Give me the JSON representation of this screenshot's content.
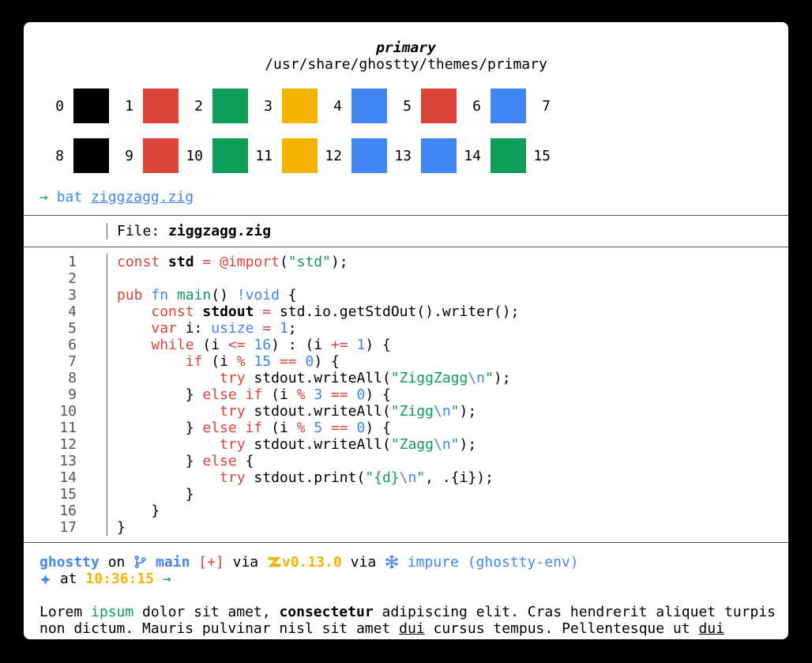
{
  "header": {
    "title": "primary",
    "path": "/usr/share/ghostty/themes/primary"
  },
  "colors": {
    "foreground": "#000000",
    "background": "#ffffff",
    "red": "#db4437",
    "green": "#0f9d58",
    "yellow": "#f4b400",
    "blue": "#4285f4",
    "black": "#000000",
    "white": "#ffffff"
  },
  "palette": {
    "rows": [
      [
        {
          "index": "0",
          "color": "#000000"
        },
        {
          "index": "1",
          "color": "#db4437"
        },
        {
          "index": "2",
          "color": "#0f9d58"
        },
        {
          "index": "3",
          "color": "#f4b400"
        },
        {
          "index": "4",
          "color": "#4285f4"
        },
        {
          "index": "5",
          "color": "#db4437"
        },
        {
          "index": "6",
          "color": "#4285f4"
        },
        {
          "index": "7",
          "color": "#ffffff"
        }
      ],
      [
        {
          "index": "8",
          "color": "#000000"
        },
        {
          "index": "9",
          "color": "#db4437"
        },
        {
          "index": "10",
          "color": "#0f9d58"
        },
        {
          "index": "11",
          "color": "#f4b400"
        },
        {
          "index": "12",
          "color": "#4285f4"
        },
        {
          "index": "13",
          "color": "#4285f4"
        },
        {
          "index": "14",
          "color": "#0f9d58"
        },
        {
          "index": "15",
          "color": "#ffffff"
        }
      ]
    ]
  },
  "command": {
    "tokens": [
      {
        "t": "→",
        "s": "green"
      },
      {
        "t": " ",
        "s": "d"
      },
      {
        "t": "bat",
        "s": "blue"
      },
      {
        "t": " ",
        "s": "d"
      },
      {
        "t": "ziggzagg.zig",
        "s": "blueu"
      }
    ]
  },
  "bat": {
    "file_label": "File: ",
    "file_name": "ziggzagg.zig",
    "lines": [
      {
        "n": "1",
        "tokens": [
          {
            "t": "const",
            "s": "k"
          },
          {
            "t": " ",
            "s": "d"
          },
          {
            "t": "std",
            "s": "db"
          },
          {
            "t": " ",
            "s": "d"
          },
          {
            "t": "=",
            "s": "k"
          },
          {
            "t": " ",
            "s": "d"
          },
          {
            "t": "@import",
            "s": "k"
          },
          {
            "t": "(",
            "s": "d"
          },
          {
            "t": "\"std\"",
            "s": "str"
          },
          {
            "t": ");",
            "s": "d"
          }
        ]
      },
      {
        "n": "2",
        "tokens": []
      },
      {
        "n": "3",
        "tokens": [
          {
            "t": "pub",
            "s": "k"
          },
          {
            "t": " ",
            "s": "d"
          },
          {
            "t": "fn",
            "s": "type"
          },
          {
            "t": " ",
            "s": "d"
          },
          {
            "t": "main",
            "s": "fn"
          },
          {
            "t": "() ",
            "s": "d"
          },
          {
            "t": "!void",
            "s": "type"
          },
          {
            "t": " {",
            "s": "d"
          }
        ]
      },
      {
        "n": "4",
        "tokens": [
          {
            "t": "    ",
            "s": "d"
          },
          {
            "t": "const",
            "s": "k"
          },
          {
            "t": " ",
            "s": "d"
          },
          {
            "t": "stdout",
            "s": "db"
          },
          {
            "t": " ",
            "s": "d"
          },
          {
            "t": "=",
            "s": "k"
          },
          {
            "t": " std.io.getStdOut().writer();",
            "s": "d"
          }
        ]
      },
      {
        "n": "5",
        "tokens": [
          {
            "t": "    ",
            "s": "d"
          },
          {
            "t": "var",
            "s": "k"
          },
          {
            "t": " i: ",
            "s": "d"
          },
          {
            "t": "usize",
            "s": "type"
          },
          {
            "t": " ",
            "s": "d"
          },
          {
            "t": "=",
            "s": "k"
          },
          {
            "t": " ",
            "s": "d"
          },
          {
            "t": "1",
            "s": "num"
          },
          {
            "t": ";",
            "s": "d"
          }
        ]
      },
      {
        "n": "6",
        "tokens": [
          {
            "t": "    ",
            "s": "d"
          },
          {
            "t": "while",
            "s": "k"
          },
          {
            "t": " (i ",
            "s": "d"
          },
          {
            "t": "<=",
            "s": "k"
          },
          {
            "t": " ",
            "s": "d"
          },
          {
            "t": "16",
            "s": "num"
          },
          {
            "t": ") : (i ",
            "s": "d"
          },
          {
            "t": "+=",
            "s": "k"
          },
          {
            "t": " ",
            "s": "d"
          },
          {
            "t": "1",
            "s": "num"
          },
          {
            "t": ") {",
            "s": "d"
          }
        ]
      },
      {
        "n": "7",
        "tokens": [
          {
            "t": "        ",
            "s": "d"
          },
          {
            "t": "if",
            "s": "k"
          },
          {
            "t": " (i ",
            "s": "d"
          },
          {
            "t": "%",
            "s": "k"
          },
          {
            "t": " ",
            "s": "d"
          },
          {
            "t": "15",
            "s": "num"
          },
          {
            "t": " ",
            "s": "d"
          },
          {
            "t": "==",
            "s": "k"
          },
          {
            "t": " ",
            "s": "d"
          },
          {
            "t": "0",
            "s": "num"
          },
          {
            "t": ") {",
            "s": "d"
          }
        ]
      },
      {
        "n": "8",
        "tokens": [
          {
            "t": "            ",
            "s": "d"
          },
          {
            "t": "try",
            "s": "k"
          },
          {
            "t": " stdout.writeAll(",
            "s": "d"
          },
          {
            "t": "\"ZiggZagg",
            "s": "str"
          },
          {
            "t": "\\n",
            "s": "esc"
          },
          {
            "t": "\"",
            "s": "str"
          },
          {
            "t": ");",
            "s": "d"
          }
        ]
      },
      {
        "n": "9",
        "tokens": [
          {
            "t": "        } ",
            "s": "d"
          },
          {
            "t": "else",
            "s": "k"
          },
          {
            "t": " ",
            "s": "d"
          },
          {
            "t": "if",
            "s": "k"
          },
          {
            "t": " (i ",
            "s": "d"
          },
          {
            "t": "%",
            "s": "k"
          },
          {
            "t": " ",
            "s": "d"
          },
          {
            "t": "3",
            "s": "num"
          },
          {
            "t": " ",
            "s": "d"
          },
          {
            "t": "==",
            "s": "k"
          },
          {
            "t": " ",
            "s": "d"
          },
          {
            "t": "0",
            "s": "num"
          },
          {
            "t": ") {",
            "s": "d"
          }
        ]
      },
      {
        "n": "10",
        "tokens": [
          {
            "t": "            ",
            "s": "d"
          },
          {
            "t": "try",
            "s": "k"
          },
          {
            "t": " stdout.writeAll(",
            "s": "d"
          },
          {
            "t": "\"Zigg",
            "s": "str"
          },
          {
            "t": "\\n",
            "s": "esc"
          },
          {
            "t": "\"",
            "s": "str"
          },
          {
            "t": ");",
            "s": "d"
          }
        ]
      },
      {
        "n": "11",
        "tokens": [
          {
            "t": "        } ",
            "s": "d"
          },
          {
            "t": "else",
            "s": "k"
          },
          {
            "t": " ",
            "s": "d"
          },
          {
            "t": "if",
            "s": "k"
          },
          {
            "t": " (i ",
            "s": "d"
          },
          {
            "t": "%",
            "s": "k"
          },
          {
            "t": " ",
            "s": "d"
          },
          {
            "t": "5",
            "s": "num"
          },
          {
            "t": " ",
            "s": "d"
          },
          {
            "t": "==",
            "s": "k"
          },
          {
            "t": " ",
            "s": "d"
          },
          {
            "t": "0",
            "s": "num"
          },
          {
            "t": ") {",
            "s": "d"
          }
        ]
      },
      {
        "n": "12",
        "tokens": [
          {
            "t": "            ",
            "s": "d"
          },
          {
            "t": "try",
            "s": "k"
          },
          {
            "t": " stdout.writeAll(",
            "s": "d"
          },
          {
            "t": "\"Zagg",
            "s": "str"
          },
          {
            "t": "\\n",
            "s": "esc"
          },
          {
            "t": "\"",
            "s": "str"
          },
          {
            "t": ");",
            "s": "d"
          }
        ]
      },
      {
        "n": "13",
        "tokens": [
          {
            "t": "        } ",
            "s": "d"
          },
          {
            "t": "else",
            "s": "k"
          },
          {
            "t": " {",
            "s": "d"
          }
        ]
      },
      {
        "n": "14",
        "tokens": [
          {
            "t": "            ",
            "s": "d"
          },
          {
            "t": "try",
            "s": "k"
          },
          {
            "t": " stdout.print(",
            "s": "d"
          },
          {
            "t": "\"{d}",
            "s": "str"
          },
          {
            "t": "\\n",
            "s": "esc"
          },
          {
            "t": "\"",
            "s": "str"
          },
          {
            "t": ", .{i});",
            "s": "d"
          }
        ]
      },
      {
        "n": "15",
        "tokens": [
          {
            "t": "        }",
            "s": "d"
          }
        ]
      },
      {
        "n": "16",
        "tokens": [
          {
            "t": "    }",
            "s": "d"
          }
        ]
      },
      {
        "n": "17",
        "tokens": [
          {
            "t": "}",
            "s": "d"
          }
        ]
      }
    ]
  },
  "prompt": {
    "line1": [
      {
        "t": "ghostty",
        "s": "blueb"
      },
      {
        "t": " on ",
        "s": "d"
      },
      {
        "icon": "git-branch"
      },
      {
        "t": " main ",
        "s": "blueb"
      },
      {
        "t": "[+]",
        "s": "red"
      },
      {
        "t": " via ",
        "s": "d"
      },
      {
        "icon": "zig"
      },
      {
        "t": "v0.13.0",
        "s": "yellowb"
      },
      {
        "t": " via ",
        "s": "d"
      },
      {
        "icon": "nix-snowflake"
      },
      {
        "t": " impure (ghostty-env)",
        "s": "blue"
      }
    ],
    "line2": [
      {
        "icon": "star"
      },
      {
        "t": " at ",
        "s": "d"
      },
      {
        "t": "10:36:15",
        "s": "yellowb"
      },
      {
        "t": " ",
        "s": "d"
      },
      {
        "t": "→",
        "s": "green"
      }
    ]
  },
  "lorem": {
    "line1": [
      {
        "t": "Lorem ",
        "s": "d"
      },
      {
        "t": "ipsum",
        "s": "green"
      },
      {
        "t": " dolor sit amet, ",
        "s": "d"
      },
      {
        "t": "consectetur",
        "s": "bold"
      },
      {
        "t": " adipiscing elit. Cras hendrerit aliquet turpis",
        "s": "d"
      }
    ],
    "line2": [
      {
        "t": "non dictum. Mauris pulvinar nisl sit amet ",
        "s": "d"
      },
      {
        "t": "dui",
        "s": "under"
      },
      {
        "t": " cursus tempus. Pellentesque ut ",
        "s": "d"
      },
      {
        "t": "dui",
        "s": "under"
      }
    ]
  }
}
